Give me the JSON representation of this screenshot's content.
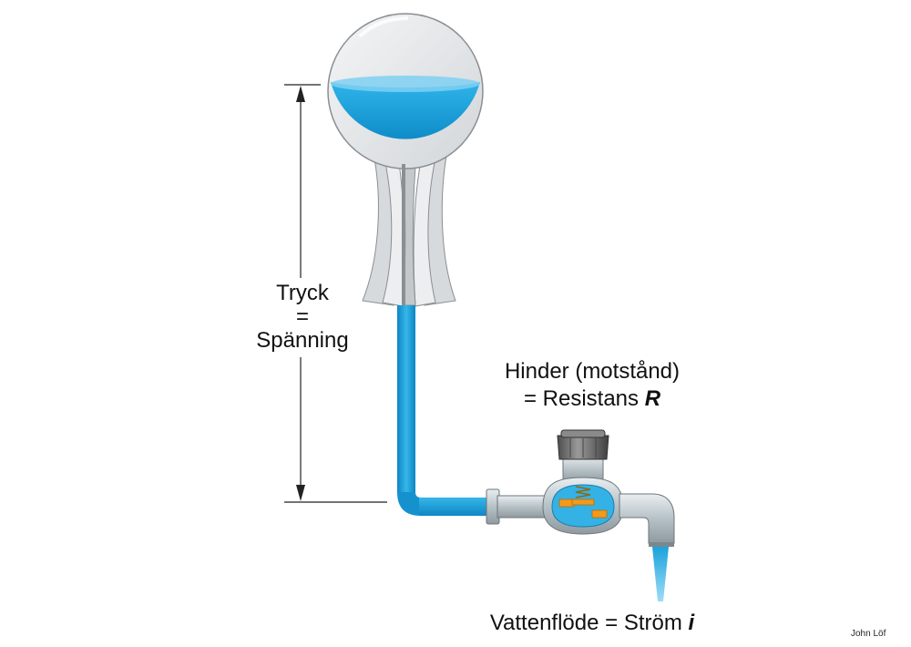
{
  "labels": {
    "pressure_line1": "Tryck",
    "pressure_line2": "=",
    "pressure_line3": "Spänning",
    "resistance_line1": "Hinder (motstånd)",
    "resistance_line2_prefix": "= Resistans ",
    "resistance_symbol": "R",
    "flow_prefix": "Vattenflöde = Ström ",
    "flow_symbol": "i"
  },
  "credit": "John Löf",
  "colors": {
    "water": "#1aa3dc",
    "water_light": "#7fd0f2",
    "glass": "#e6e8ea",
    "stand": "#c8ccd0",
    "faucet_body": "#b9c4c9",
    "knob": "#6e6e6e",
    "valve_orange": "#f39a1c"
  }
}
